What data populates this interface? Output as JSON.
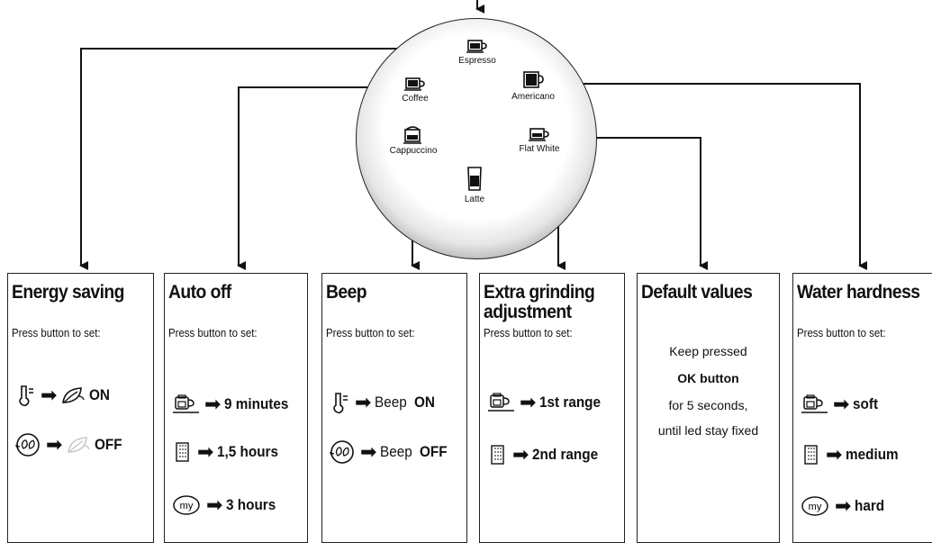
{
  "drinks": {
    "espresso": "Espresso",
    "coffee": "Coffee",
    "americano": "Americano",
    "cappuccino": "Cappuccino",
    "flat_white": "Flat White",
    "latte": "Latte"
  },
  "panels": [
    {
      "title": "Energy saving",
      "press": "Press button to set:",
      "rows": [
        {
          "icon": "thermometer-icon",
          "value": "ON",
          "result_icon": "leaf-icon"
        },
        {
          "icon": "steam-icon",
          "value": "OFF",
          "result_icon": "leaf-faded-icon"
        }
      ]
    },
    {
      "title": "Auto off",
      "press": "Press  button to set:",
      "rows": [
        {
          "icon": "cup-button-icon",
          "value": "9 minutes"
        },
        {
          "icon": "grind-icon",
          "value": "1,5 hours"
        },
        {
          "icon": "my-button-icon",
          "value": "3 hours"
        }
      ]
    },
    {
      "title": "Beep",
      "press": "Press  button to set:",
      "rows": [
        {
          "icon": "thermometer-icon",
          "prefix": "Beep",
          "value": "ON"
        },
        {
          "icon": "steam-icon",
          "prefix": "Beep",
          "value": "OFF"
        }
      ]
    },
    {
      "title": "Extra grinding",
      "title2": "adjustment",
      "press": "Press  button to set:",
      "rows": [
        {
          "icon": "cup-button-icon",
          "value": "1st range"
        },
        {
          "icon": "grind-icon",
          "value": "2nd range"
        }
      ]
    },
    {
      "title": "Default values",
      "lines": [
        "Keep pressed",
        "OK button",
        "for 5 seconds,",
        "until led stay fixed"
      ]
    },
    {
      "title": "Water hardness",
      "press": "Press  button to set:",
      "rows": [
        {
          "icon": "cup-button-icon",
          "value": "soft"
        },
        {
          "icon": "grind-icon",
          "value": "medium"
        },
        {
          "icon": "my-button-icon",
          "value": "hard"
        }
      ]
    }
  ],
  "icon_text": {
    "my": "my"
  }
}
